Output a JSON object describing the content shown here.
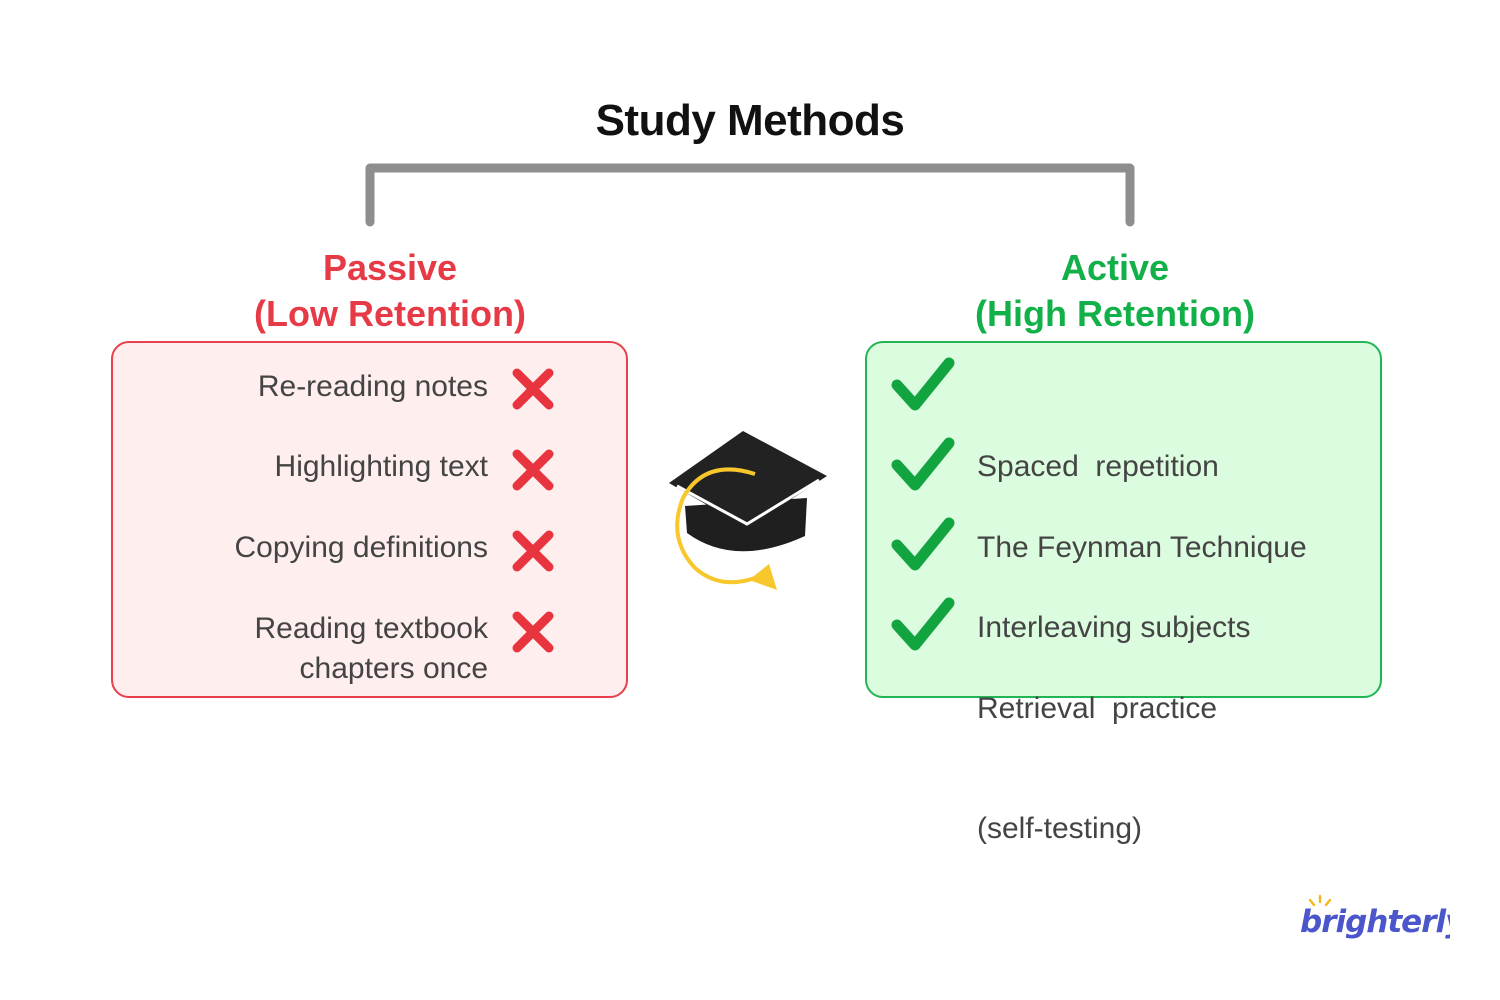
{
  "title": "Study Methods",
  "passive": {
    "heading_line1": "Passive",
    "heading_line2": "(Low Retention)",
    "color": "#e63a46",
    "items": [
      {
        "line1": "Re-reading notes",
        "line2": ""
      },
      {
        "line1": "Highlighting text",
        "line2": ""
      },
      {
        "line1": "Copying definitions",
        "line2": ""
      },
      {
        "line1": "Reading textbook",
        "line2": "chapters once"
      }
    ],
    "icon": "cross-icon"
  },
  "active": {
    "heading_line1": "Active",
    "heading_line2": "(High Retention)",
    "color": "#12b048",
    "items": [
      {
        "line1": "Spaced  repetition",
        "line2": ""
      },
      {
        "line1": "The Feynman Technique",
        "line2": ""
      },
      {
        "line1": "Interleaving subjects",
        "line2": ""
      },
      {
        "line1": "Retrieval  practice",
        "line2": "(self-testing)"
      }
    ],
    "icon": "check-icon"
  },
  "center_icon": "graduation-cap-icon",
  "brand": {
    "name": "brighterly",
    "color": "#4a56c9",
    "accent": "#f5b719"
  }
}
